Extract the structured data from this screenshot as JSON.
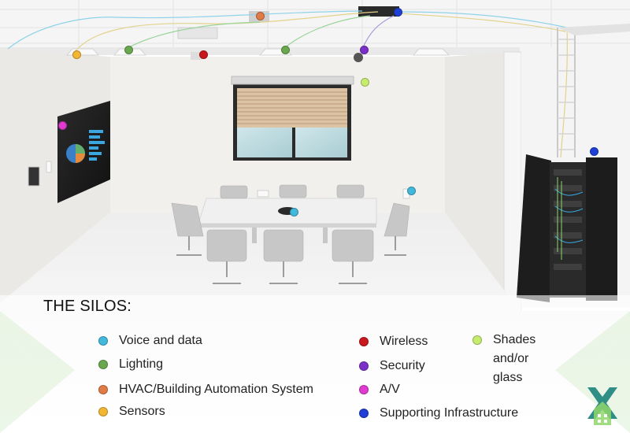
{
  "title": "THE SILOS:",
  "legend": {
    "voice": {
      "label": "Voice and data",
      "color": "#41b8dc"
    },
    "lighting": {
      "label": "Lighting",
      "color": "#6aa84f"
    },
    "hvac": {
      "label": "HVAC/Building Automation System",
      "color": "#e07b45"
    },
    "sensors": {
      "label": "Sensors",
      "color": "#f2b632"
    },
    "wireless": {
      "label": "Wireless",
      "color": "#c8181e"
    },
    "security": {
      "label": "Security",
      "color": "#7a2fc9"
    },
    "av": {
      "label": "A/V",
      "color": "#e03ad0"
    },
    "infrastructure": {
      "label": "Supporting Infrastructure",
      "color": "#1f3fd6"
    },
    "shades": {
      "label": "Shades and/or glass",
      "color": "#c6ec6e"
    }
  },
  "colors": {
    "wall": "#f1efeb",
    "floor": "#f7f7f7",
    "accent_green": "#a6d995"
  }
}
